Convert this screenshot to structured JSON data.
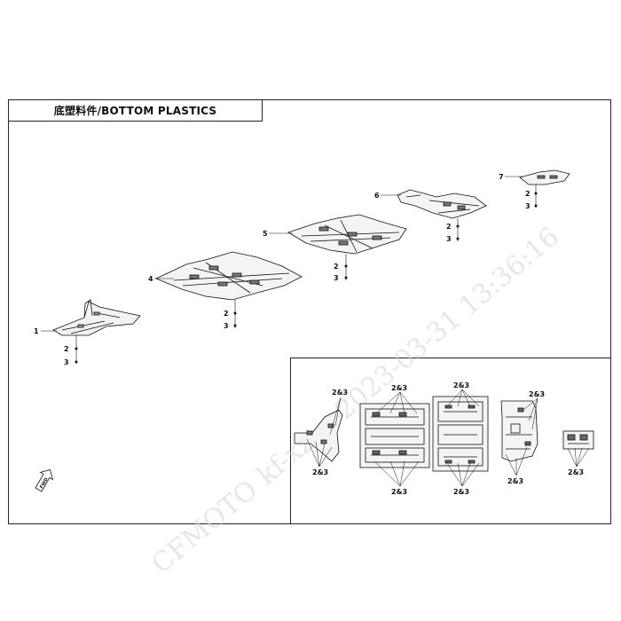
{
  "title": "底塑料件/BOTTOM PLASTICS",
  "watermark": {
    "brand": "CFMOTO",
    "user": "kf-xzt",
    "timestamp": "2023-03-31 13:36:16"
  },
  "fwd_label": "FWD",
  "callouts": {
    "part_1": "1",
    "part_4": "4",
    "part_5": "5",
    "part_6": "6",
    "part_7": "7",
    "fastener_2": "2",
    "fastener_3": "3"
  },
  "inset_labels": {
    "combo": "2&3"
  },
  "colors": {
    "line": "#111111",
    "frame": "#222222",
    "watermark": "#d4d4d4"
  }
}
